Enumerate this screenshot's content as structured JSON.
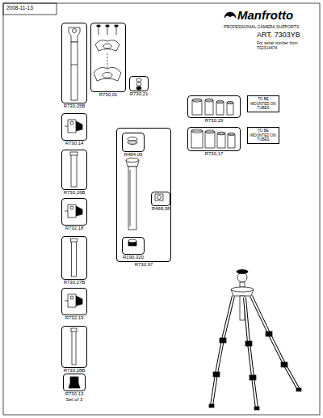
{
  "diagram": {
    "nodes": [
      {
        "text": [
          "R730,25B"
        ]
      },
      {
        "text": [
          "R730,01"
        ]
      },
      {
        "text": [
          "R730,21"
        ]
      },
      {
        "text": [
          "R730,29"
        ]
      },
      {
        "text": [
          "TO BE MOUNTED ON TUBES"
        ]
      },
      {
        "text": [
          "R730,17"
        ]
      },
      {
        "text": [
          "TO BE MOUNTED ON TUBES"
        ]
      },
      {
        "text": [
          "R730,14"
        ]
      },
      {
        "text": [
          "R730,97"
        ]
      },
      {
        "text": [
          "R484,05"
        ],
        "in": 8
      },
      {
        "text": [
          "R468,08"
        ],
        "in": 8
      },
      {
        "text": [
          "R190,320"
        ],
        "in": 8
      },
      {
        "text": [
          "R730,26B"
        ]
      },
      {
        "text": [
          "R732,18"
        ]
      },
      {
        "text": [
          "R730,27B"
        ]
      },
      {
        "text": [
          "R732,19"
        ]
      },
      {
        "text": [
          "R730,28B"
        ]
      },
      {
        "text": [
          "R730,13",
          "Set of 3"
        ]
      }
    ],
    "labels": [
      "2008-11-13",
      "Manfrotto",
      "PROFESSIONAL CAMERA SUPPORTS",
      "ART. 7303YB",
      "For serial number from T02314474"
    ]
  }
}
